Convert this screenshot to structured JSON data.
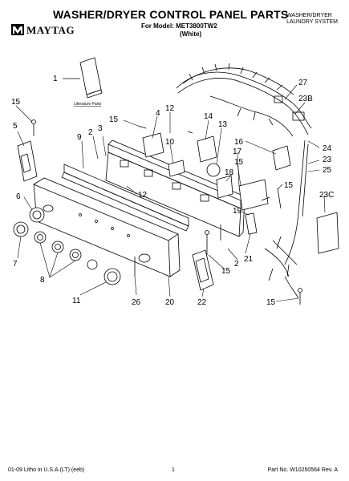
{
  "header": {
    "title": "WASHER/DRYER CONTROL PANEL PARTS",
    "model_line": "For Model: MET3800TW2",
    "color_line": "(White)",
    "category_line1": "WASHER/DRYER",
    "category_line2": "LAUNDRY SYSTEM",
    "brand": "MAYTAG"
  },
  "diagram": {
    "literature_label": "Literature Parts",
    "callouts": [
      "1",
      "15",
      "12",
      "4",
      "14",
      "13",
      "27",
      "23B",
      "5",
      "15",
      "2",
      "3",
      "9",
      "10",
      "16",
      "24",
      "17",
      "23",
      "25",
      "6",
      "15",
      "18",
      "15",
      "12",
      "19",
      "23C",
      "2",
      "21",
      "7",
      "8",
      "15",
      "11",
      "26",
      "20",
      "22",
      "15"
    ]
  },
  "footer": {
    "left": "01-09 Litho in U.S.A.(LT) (eeb)",
    "center": "1",
    "right": "Part No. W10250564 Rev. A"
  }
}
